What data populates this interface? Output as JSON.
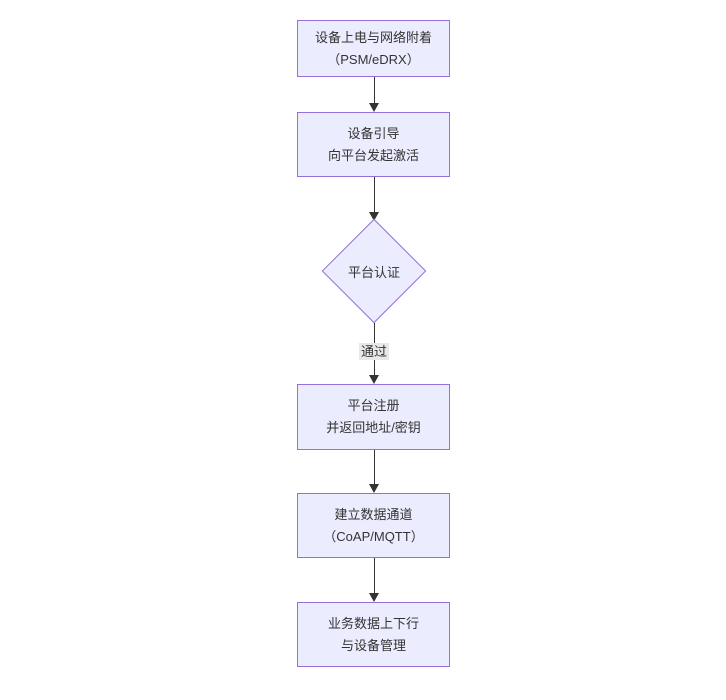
{
  "diagram": {
    "type": "flowchart-top-down",
    "colors": {
      "node_fill": "#ECECFF",
      "node_border": "#9370DB",
      "text_color": "#333333",
      "arrow_color": "#333333",
      "edge_label_bg": "#e8e8e8"
    },
    "nodes": [
      {
        "id": "power-attach",
        "shape": "rect",
        "lines": [
          "设备上电与网络附着",
          "（PSM/eDRX）"
        ]
      },
      {
        "id": "bootstrap",
        "shape": "rect",
        "lines": [
          "设备引导",
          "向平台发起激活"
        ]
      },
      {
        "id": "platform-auth",
        "shape": "diamond",
        "lines": [
          "平台认证"
        ]
      },
      {
        "id": "platform-register",
        "shape": "rect",
        "lines": [
          "平台注册",
          "并返回地址/密钥"
        ]
      },
      {
        "id": "data-channel",
        "shape": "rect",
        "lines": [
          "建立数据通道",
          "（CoAP/MQTT）"
        ]
      },
      {
        "id": "business-data",
        "shape": "rect",
        "lines": [
          "业务数据上下行",
          "与设备管理"
        ]
      }
    ],
    "edges": [
      {
        "from": "power-attach",
        "to": "bootstrap",
        "label": ""
      },
      {
        "from": "bootstrap",
        "to": "platform-auth",
        "label": ""
      },
      {
        "from": "platform-auth",
        "to": "platform-register",
        "label": "通过"
      },
      {
        "from": "platform-register",
        "to": "data-channel",
        "label": ""
      },
      {
        "from": "data-channel",
        "to": "business-data",
        "label": ""
      }
    ]
  }
}
